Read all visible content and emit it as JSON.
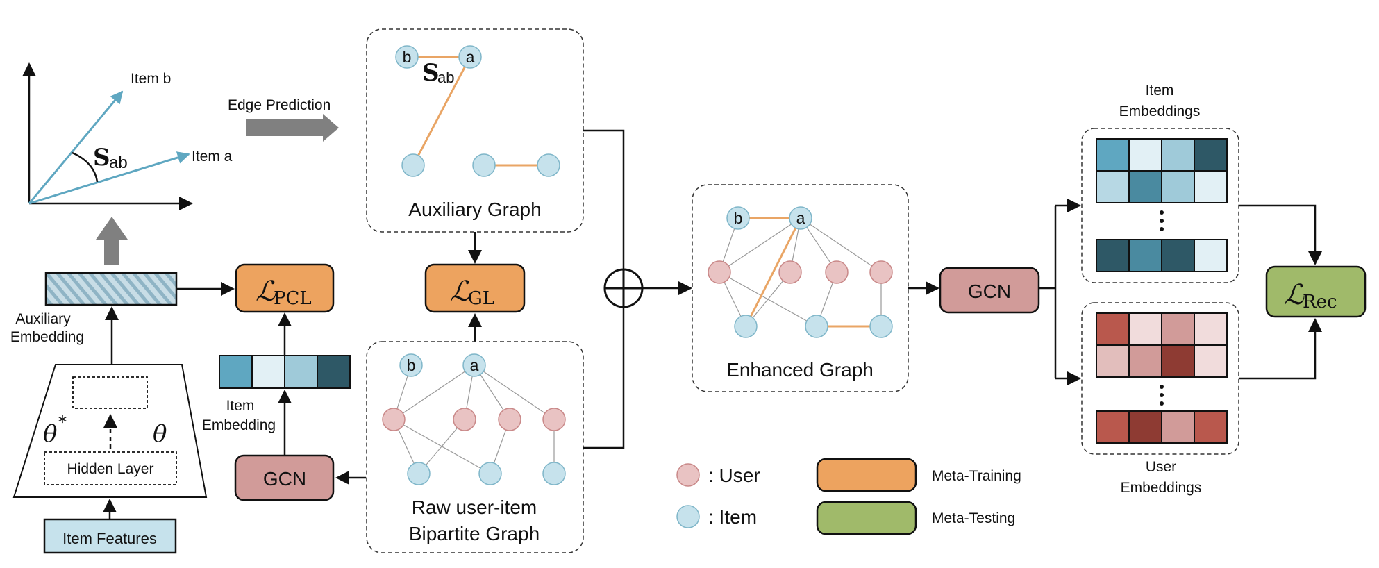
{
  "vector_plot": {
    "item_b_label": "Item b",
    "item_a_label": "Item a",
    "similarity_symbol": "S",
    "similarity_subscript": "ab"
  },
  "edge_prediction_label": "Edge Prediction",
  "auxiliary_embedding_label_line1": "Auxiliary",
  "auxiliary_embedding_label_line2": "Embedding",
  "encoder": {
    "hidden_layer_label": "Hidden Layer",
    "theta_star_symbol": "θ",
    "theta_star_superscript": "*",
    "theta_symbol": "θ"
  },
  "item_features_label": "Item Features",
  "item_embedding_label_line1": "Item",
  "item_embedding_label_line2": "Embedding",
  "losses": {
    "pcl": {
      "symbol": "ℒ",
      "subscript": "PCL"
    },
    "gl": {
      "symbol": "ℒ",
      "subscript": "GL"
    },
    "rec": {
      "symbol": "ℒ",
      "subscript": "Rec"
    }
  },
  "gcn_label": "GCN",
  "auxiliary_graph": {
    "node_b": "b",
    "node_a": "a",
    "title": "Auxiliary Graph"
  },
  "bipartite_graph": {
    "node_b": "b",
    "node_a": "a",
    "title_line1": "Raw user-item",
    "title_line2": "Bipartite Graph"
  },
  "enhanced_graph": {
    "node_b": "b",
    "node_a": "a",
    "title": "Enhanced Graph"
  },
  "item_embeddings_label_line1": "Item",
  "item_embeddings_label_line2": "Embeddings",
  "user_embeddings_label_line1": "User",
  "user_embeddings_label_line2": "Embeddings",
  "legend": {
    "user_label": ": User",
    "item_label": ": Item",
    "meta_training_label": "Meta-Training",
    "meta_testing_label": "Meta-Testing"
  },
  "colors": {
    "user_node": "#e9c3c3",
    "item_node": "#c6e2ec",
    "meta_training": "#eda35f",
    "meta_testing": "#a0ba6a",
    "gcn": "#d19b99",
    "vector_arrow": "#5fa7c1",
    "aux_edge": "#e9a565"
  }
}
